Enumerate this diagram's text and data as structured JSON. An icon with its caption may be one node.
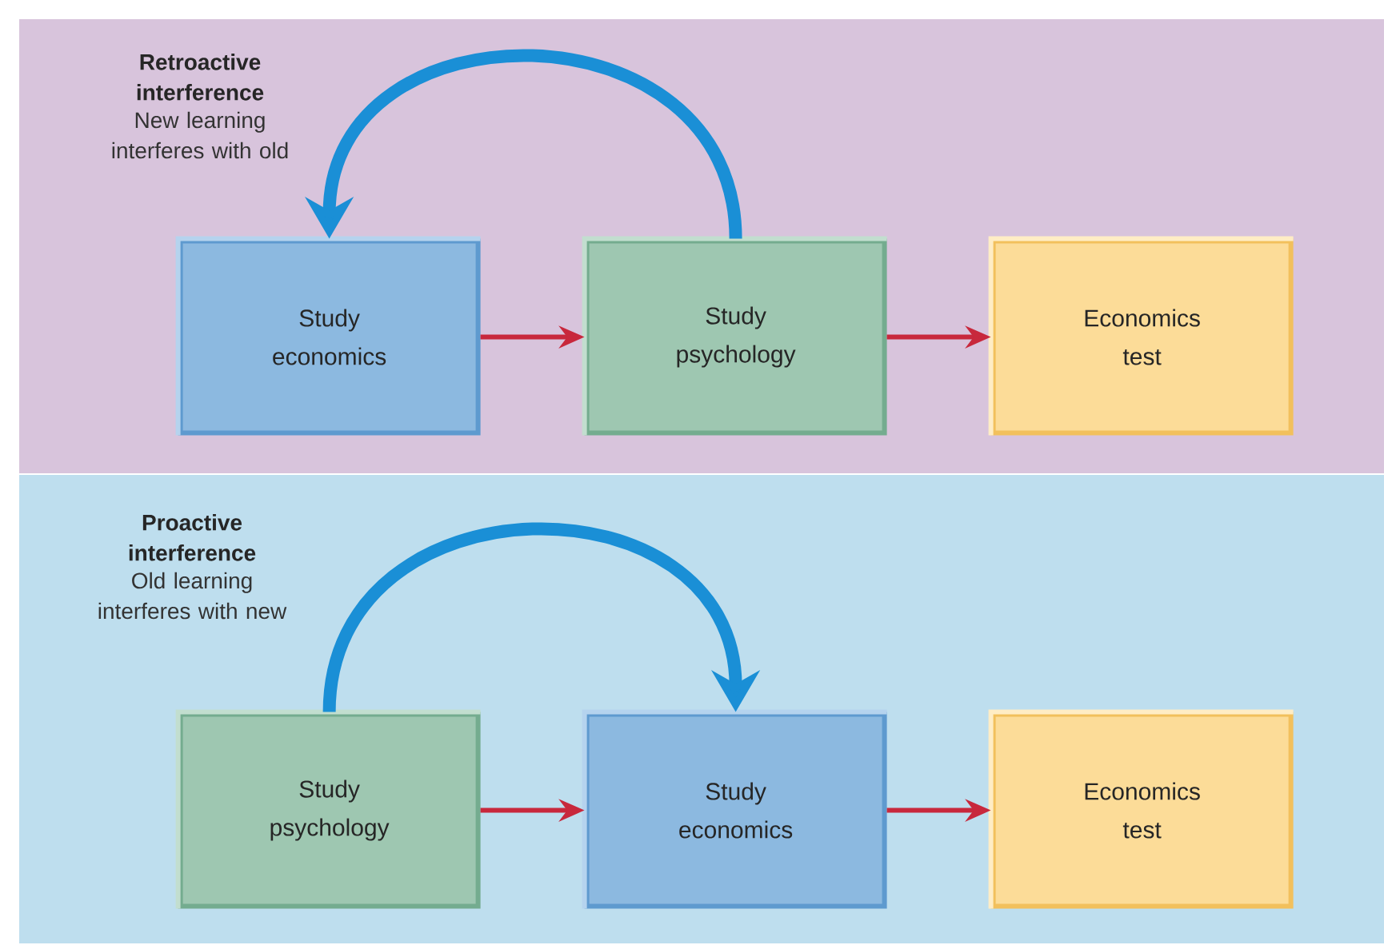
{
  "diagram": {
    "nodes": [
      {
        "text": [
          "Retroactive interference",
          "New learning interferes with old"
        ]
      },
      {
        "text": [
          "Study economics"
        ],
        "in": 0
      },
      {
        "text": [
          "Study psychology"
        ],
        "in": 0
      },
      {
        "text": [
          "Economics test"
        ],
        "in": 0
      },
      {
        "text": [
          "Proactive interference",
          "Old learning interferes with new"
        ]
      },
      {
        "text": [
          "Study psychology"
        ],
        "in": 4
      },
      {
        "text": [
          "Study economics"
        ],
        "in": 4
      },
      {
        "text": [
          "Economics test"
        ],
        "in": 4
      }
    ],
    "edges": [
      {
        "from": 1,
        "to": 2,
        "arrow": "to"
      },
      {
        "from": 2,
        "to": 3,
        "arrow": "to"
      },
      {
        "from": 2,
        "to": 1,
        "arrow": "to",
        "style": "thick",
        "color": "#1a8fd6"
      },
      {
        "from": 5,
        "to": 6,
        "arrow": "to"
      },
      {
        "from": 6,
        "to": 7,
        "arrow": "to"
      },
      {
        "from": 5,
        "to": 6,
        "arrow": "to",
        "style": "thick",
        "color": "#1a8fd6"
      }
    ]
  }
}
